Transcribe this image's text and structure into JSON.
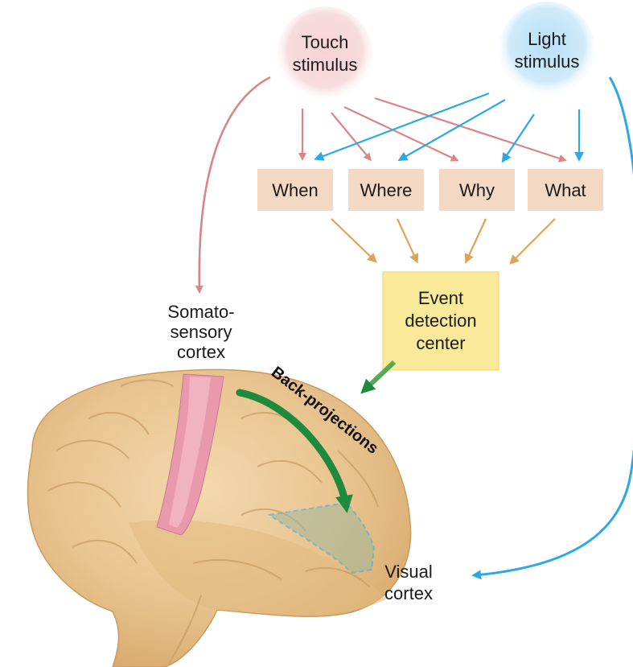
{
  "stimuli": {
    "touch": {
      "line1": "Touch",
      "line2": "stimulus",
      "color": "#f6c9cc"
    },
    "light": {
      "line1": "Light",
      "line2": "stimulus",
      "color": "#bfe3f7"
    }
  },
  "processing_nodes": [
    "When",
    "Where",
    "Why",
    "What"
  ],
  "event_center": {
    "line1": "Event",
    "line2": "detection",
    "line3": "center",
    "color": "#fbe99a"
  },
  "somatosensory_label": {
    "line1": "Somato-",
    "line2": "sensory",
    "line3": "cortex"
  },
  "visual_label": {
    "line1": "Visual",
    "line2": "cortex"
  },
  "back_projections_label": "Back-projections",
  "colors": {
    "touch_arrow": "#d98585",
    "light_arrow": "#2aa9e6",
    "convergence_arrow": "#d9a55a",
    "back_projection": "#1e8a3c",
    "node_fill": "#f3d9c4",
    "brain": "#ebc796",
    "somatosensory_strip": "#e89aac"
  }
}
